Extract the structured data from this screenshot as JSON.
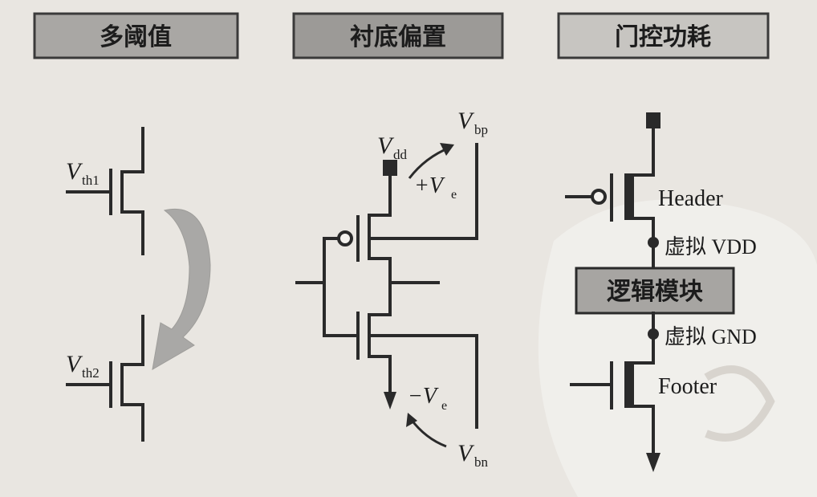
{
  "titles": {
    "left": "多阈值",
    "middle": "衬底偏置",
    "right": "门控功耗"
  },
  "left_panel": {
    "vth1": {
      "main": "V",
      "sub": "th1"
    },
    "vth2": {
      "main": "V",
      "sub": "th2"
    }
  },
  "middle_panel": {
    "vdd": {
      "main": "V",
      "sub": "dd"
    },
    "vbp": {
      "main": "V",
      "sub": "bp"
    },
    "vbn": {
      "main": "V",
      "sub": "bn"
    },
    "plus_ve": {
      "prefix": "+V",
      "sub": "e"
    },
    "minus_ve": {
      "prefix": "−V",
      "sub": "e"
    }
  },
  "right_panel": {
    "header": "Header",
    "virtual_vdd": "虚拟 VDD",
    "logic_block": "逻辑模块",
    "virtual_gnd": "虚拟 GND",
    "footer": "Footer"
  },
  "colors": {
    "title_box_left": "#a9a7a4",
    "title_box_middle": "#9c9a97",
    "title_box_right": "#c7c5c1",
    "logic_box": "#a7a5a2",
    "curved_arrow": "#a9a8a6",
    "background": "#e9e6e1"
  }
}
